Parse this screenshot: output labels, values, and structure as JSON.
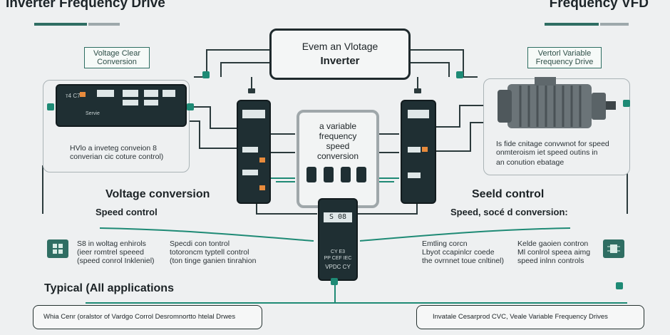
{
  "header": {
    "title_left": "Inverter Frequency Drive",
    "title_right": "Frequency VFD"
  },
  "top_center": {
    "line1": "Evem an Vlotage",
    "line2": "Inverter"
  },
  "left_tag": {
    "line1": "Voltage Clear",
    "line2": "Conversion"
  },
  "right_tag": {
    "line1": "Vertorl Variable",
    "line2": "Frequency Drive"
  },
  "left_panel": {
    "device_badge": "ᴛ4 C7",
    "device_small": "Servie",
    "caption_line1": "HVlo a inveteg conveion 8",
    "caption_line2": "converian cic coture control)"
  },
  "right_panel": {
    "caption_line1": "Is fide cnitage convwnot for speed",
    "caption_line2": "onmteroism iet speed outins in",
    "caption_line3": "an conution ebatage"
  },
  "center": {
    "line1": "a variable",
    "line2": "frequency",
    "line3": "speed",
    "line4": "conversion"
  },
  "bottom_device": {
    "display": "S 08",
    "line1": "CY E3",
    "line2": "PP CEF IEC",
    "line3": "VPDC CY"
  },
  "left_labels": {
    "big": "Voltage conversion",
    "mid": "Speed control",
    "col1": [
      "S8 in woltag enhirols",
      "(ieer romtrel speeed",
      "(speed conrol Inkleniel)"
    ],
    "col2": [
      "Specdi con tontrol",
      "totoroncm typtell control",
      "(ton tinge ganien tinrahion"
    ]
  },
  "right_labels": {
    "big": "Seeld control",
    "mid": "Speed, socé d conversion:",
    "col1": [
      "Emtling corcn",
      "Lbyot ccapinlcr coede",
      "the ovrnnet toue cnltinel)"
    ],
    "col2": [
      "Kelde gaoien contron",
      "Ml conlrol speea aimg",
      "speed inlnn controls"
    ]
  },
  "applications": {
    "heading": "Typical (All applications",
    "left_box": "Whia Cenr (oralstor of Vardgo Corrol Desromnortto htelal Drwes",
    "right_box": "Invatale Cesarprod CVC, Veale Variable Frequency Drives"
  },
  "colors": {
    "accent": "#1e8a75",
    "dark": "#1f2f33",
    "orange": "#e88b3c"
  }
}
